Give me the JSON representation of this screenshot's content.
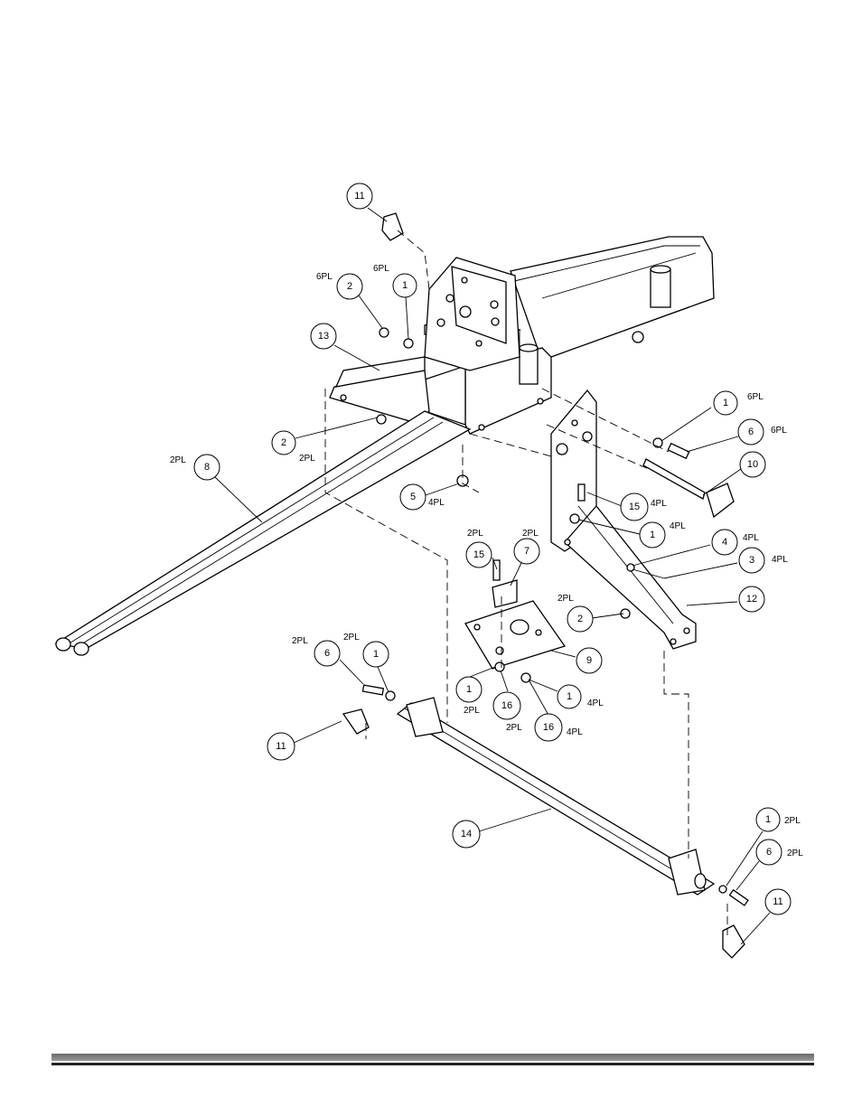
{
  "balloons": [
    {
      "id": "b11-top",
      "label": "11"
    },
    {
      "id": "b2-top",
      "label": "2"
    },
    {
      "id": "b1-top",
      "label": "1"
    },
    {
      "id": "b13",
      "label": "13"
    },
    {
      "id": "b2-left",
      "label": "2"
    },
    {
      "id": "b8",
      "label": "8"
    },
    {
      "id": "b5",
      "label": "5"
    },
    {
      "id": "b1-right-top",
      "label": "1"
    },
    {
      "id": "b6-right-top",
      "label": "6"
    },
    {
      "id": "b10",
      "label": "10"
    },
    {
      "id": "b15-right",
      "label": "15"
    },
    {
      "id": "b1-right-mid",
      "label": "1"
    },
    {
      "id": "b4",
      "label": "4"
    },
    {
      "id": "b3",
      "label": "3"
    },
    {
      "id": "b15-mid",
      "label": "15"
    },
    {
      "id": "b7",
      "label": "7"
    },
    {
      "id": "b12",
      "label": "12"
    },
    {
      "id": "b2-mid",
      "label": "2"
    },
    {
      "id": "b9",
      "label": "9"
    },
    {
      "id": "b6-left",
      "label": "6"
    },
    {
      "id": "b1-left",
      "label": "1"
    },
    {
      "id": "b1-lower",
      "label": "1"
    },
    {
      "id": "b16-a",
      "label": "16"
    },
    {
      "id": "b1-lower-right",
      "label": "1"
    },
    {
      "id": "b16-b",
      "label": "16"
    },
    {
      "id": "b11-left",
      "label": "11"
    },
    {
      "id": "b14",
      "label": "14"
    },
    {
      "id": "b1-bottom-right",
      "label": "1"
    },
    {
      "id": "b6-bottom-right",
      "label": "6"
    },
    {
      "id": "b11-bottom-right",
      "label": "11"
    }
  ],
  "quantities": [
    {
      "id": "q-6pl-a",
      "text": "6PL"
    },
    {
      "id": "q-6pl-b",
      "text": "6PL"
    },
    {
      "id": "q-2pl-b2",
      "text": "2PL"
    },
    {
      "id": "q-2pl-b8",
      "text": "2PL"
    },
    {
      "id": "q-4pl-b5",
      "text": "4PL"
    },
    {
      "id": "q-6pl-b1",
      "text": "6PL"
    },
    {
      "id": "q-6pl-b6",
      "text": "6PL"
    },
    {
      "id": "q-4pl-b15",
      "text": "4PL"
    },
    {
      "id": "q-4pl-b1",
      "text": "4PL"
    },
    {
      "id": "q-4pl-b4",
      "text": "4PL"
    },
    {
      "id": "q-4pl-b3",
      "text": "4PL"
    },
    {
      "id": "q-2pl-b15",
      "text": "2PL"
    },
    {
      "id": "q-2pl-b7",
      "text": "2PL"
    },
    {
      "id": "q-2pl-b2mid",
      "text": "2PL"
    },
    {
      "id": "q-2pl-b6left",
      "text": "2PL"
    },
    {
      "id": "q-2pl-b1left",
      "text": "2PL"
    },
    {
      "id": "q-2pl-b1lower",
      "text": "2PL"
    },
    {
      "id": "q-2pl-b16a",
      "text": "2PL"
    },
    {
      "id": "q-4pl-b1lr",
      "text": "4PL"
    },
    {
      "id": "q-4pl-b16b",
      "text": "4PL"
    },
    {
      "id": "q-2pl-b1br",
      "text": "2PL"
    },
    {
      "id": "q-2pl-b6br",
      "text": "2PL"
    }
  ]
}
